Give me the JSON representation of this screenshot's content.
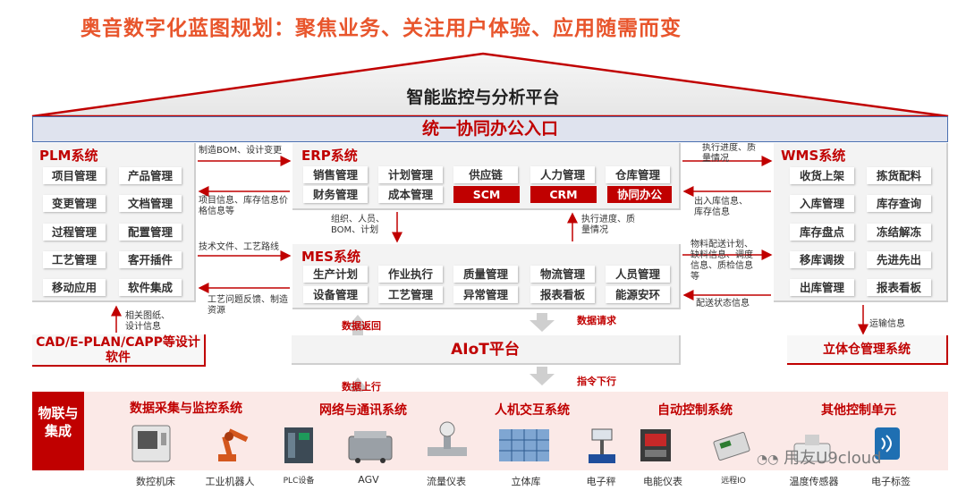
{
  "title": "奥音数字化蓝图规划：聚焦业务、关注用户体验、应用随需而变",
  "top_platform": "智能监控与分析平台",
  "portal": "统一协同办公入口",
  "plm": {
    "title": "PLM系统",
    "modules": [
      "项目管理",
      "产品管理",
      "变更管理",
      "文档管理",
      "过程管理",
      "配置管理",
      "工艺管理",
      "客开插件",
      "移动应用",
      "软件集成"
    ]
  },
  "erp": {
    "title": "ERP系统",
    "modules": [
      "销售管理",
      "计划管理",
      "供应链",
      "人力管理",
      "仓库管理",
      "财务管理",
      "成本管理",
      "SCM",
      "CRM",
      "协同办公"
    ]
  },
  "mes": {
    "title": "MES系统",
    "modules": [
      "生产计划",
      "作业执行",
      "质量管理",
      "物流管理",
      "人员管理",
      "设备管理",
      "工艺管理",
      "异常管理",
      "报表看板",
      "能源安环"
    ]
  },
  "wms": {
    "title": "WMS系统",
    "modules": [
      "收货上架",
      "拣货配料",
      "入库管理",
      "库存查询",
      "库存盘点",
      "冻结解冻",
      "移库调拨",
      "先进先出",
      "出库管理",
      "报表看板"
    ]
  },
  "notes": {
    "plm_to_erp": "制造BOM、设计变更",
    "erp_to_plm": "项目信息、库存信息价格信息等",
    "plm_to_mes": "技术文件、工艺路线",
    "mes_to_plm": "工艺问题反馈、制造资源",
    "cad_to_plm": "相关图纸、设计信息",
    "erp_to_mes": "组织、人员、BOM、计划",
    "mes_to_erp": "执行进度、质量情况",
    "erp_wms_top": "执行进度、质量情况",
    "wms_to_erp": "出入库信息、库存信息",
    "mes_to_wms": "物料配送计划、缺料信息、调度信息、质检信息等",
    "wms_to_mes": "配送状态信息",
    "wms_to_3d": "运输信息"
  },
  "cad": "CAD/E-PLAN/CAPP等设计软件",
  "aiot": "AIoT平台",
  "warehouse_system": "立体仓管理系统",
  "flow_labels": {
    "data_return": "数据返回",
    "data_request": "数据请求",
    "data_up": "数据上行",
    "cmd_down": "指令下行"
  },
  "iot": {
    "label": "物联与集成",
    "categories": [
      "数据采集与监控系统",
      "网络与通讯系统",
      "人机交互系统",
      "自动控制系统",
      "其他控制单元"
    ],
    "devices": [
      "数控机床",
      "工业机器人",
      "PLC设备",
      "AGV",
      "流量仪表",
      "立体库",
      "电子秤",
      "电能仪表",
      "远程IO",
      "温度传感器",
      "电子标签"
    ]
  },
  "watermark": "用友U9cloud",
  "colors": {
    "accent": "#c00000",
    "title": "#e8552c",
    "portal_border": "#4a6fb0"
  }
}
